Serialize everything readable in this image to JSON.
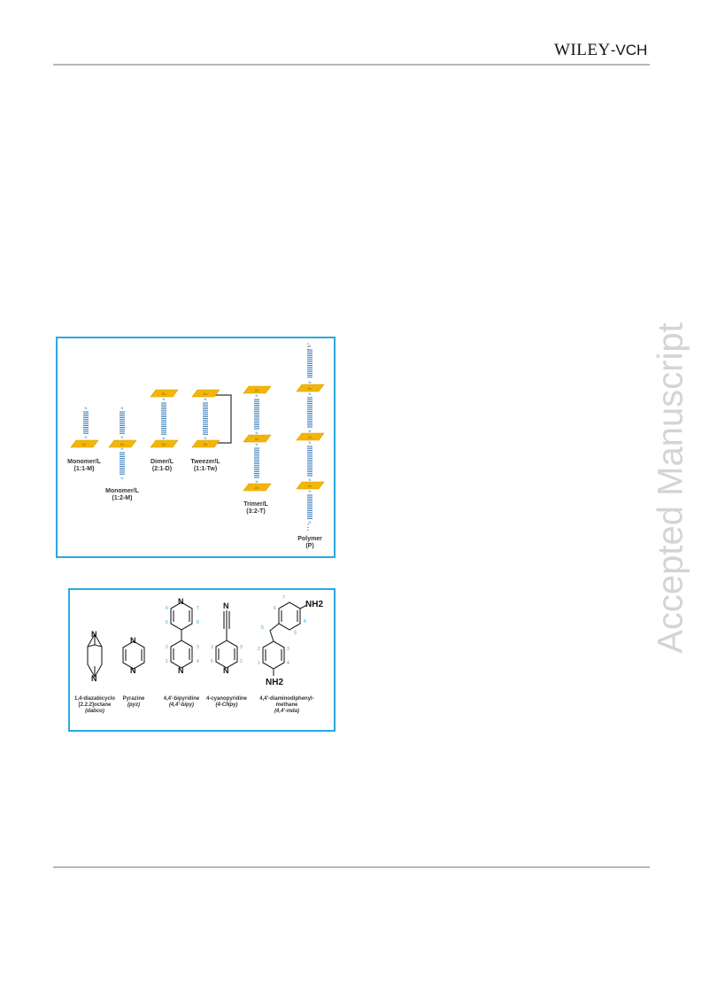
{
  "header": {
    "publisher_wordmark": "WILEY",
    "publisher_suffix": "-VCH"
  },
  "watermark": "Accepted Manuscript",
  "figure1": {
    "metal_label": "Zn",
    "ligand_atom": "N",
    "ellipsis": "⋮",
    "labels": [
      {
        "name": "Monomer/L",
        "code": "(1:1-M)"
      },
      {
        "name": "Monomer/L",
        "code": "(1:2-M)"
      },
      {
        "name": "Dimer/L",
        "code": "(2:1-D)"
      },
      {
        "name": "Tweezer/L",
        "code": "(1:1-Tw)"
      },
      {
        "name": "Trimer/L",
        "code": "(3:2-T)"
      },
      {
        "name": "Polymer",
        "code": "(P)"
      }
    ]
  },
  "figure2": {
    "ligands": [
      {
        "line1": "1,4-diazabicyclo",
        "line2": "[2.2.2]octane",
        "abbr": "(dabco)"
      },
      {
        "line1": "Pyrazine",
        "line2": "(pyz)",
        "abbr": ""
      },
      {
        "line1": "4,4'-bipyridine",
        "line2": "(4,4'-bipy)",
        "abbr": ""
      },
      {
        "line1": "4-cyanopyridine",
        "line2": "(4-CNpy)",
        "abbr": ""
      },
      {
        "line1": "4,4'-diaminodiphenyl-",
        "line2": "methane",
        "abbr": "(4,4'-mda)"
      }
    ],
    "atoms": {
      "N": "N",
      "NH2_top": "NH2",
      "NH2_bottom": "NH2"
    }
  },
  "colors": {
    "frame": "#29a9e0",
    "zn_plate": "#f2b705",
    "ligand": "#2e75b6",
    "numbering": "#29a9e0"
  }
}
